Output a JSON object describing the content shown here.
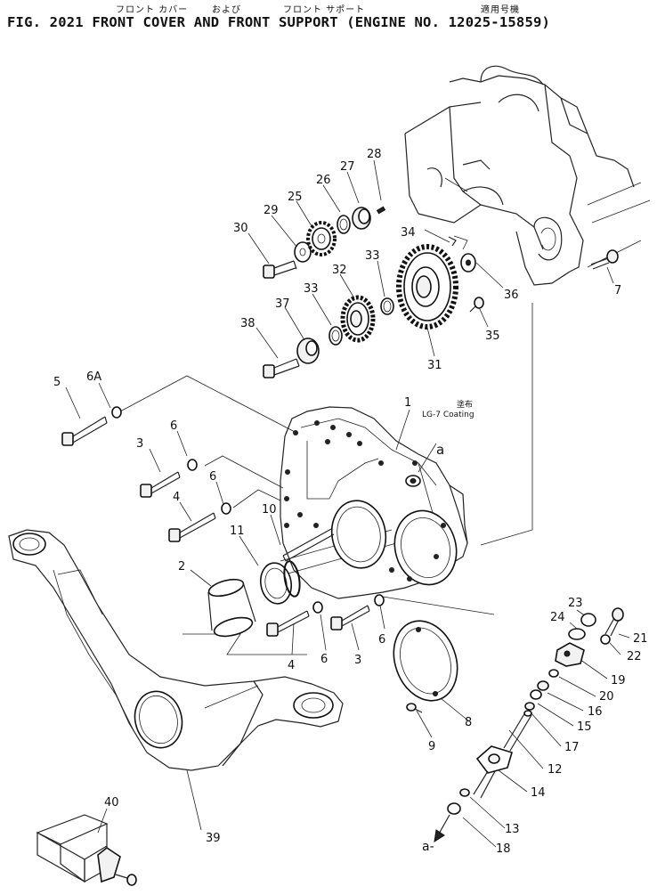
{
  "header": {
    "jp_front_cover": "フロント カバー",
    "jp_and": "および",
    "jp_front_support": "フロント サポート",
    "jp_applicable_models": "適用号機",
    "title": "FIG. 2021  FRONT COVER AND FRONT SUPPORT (ENGINE NO. 12025-15859)"
  },
  "notes": {
    "coating_jp": "塗布",
    "coating_en": "LG-7  Coating",
    "ref_a_top": "a",
    "ref_a_bottom": "a-"
  },
  "labels": {
    "p1": "1",
    "p2": "2",
    "p3": "3",
    "p3b": "3",
    "p4": "4",
    "p4b": "4",
    "p5": "5",
    "p6": "6",
    "p6A": "6A",
    "p6b": "6",
    "p6c": "6",
    "p6d": "6",
    "p7": "7",
    "p8": "8",
    "p9": "9",
    "p10": "10",
    "p11": "11",
    "p12": "12",
    "p13": "13",
    "p14": "14",
    "p15": "15",
    "p16": "16",
    "p17": "17",
    "p18": "18",
    "p19": "19",
    "p20": "20",
    "p21": "21",
    "p22": "22",
    "p23": "23",
    "p24": "24",
    "p25": "25",
    "p26": "26",
    "p27": "27",
    "p28": "28",
    "p29": "29",
    "p30": "30",
    "p31": "31",
    "p32": "32",
    "p33": "33",
    "p33b": "33",
    "p34": "34",
    "p35": "35",
    "p36": "36",
    "p37": "37",
    "p38": "38",
    "p39": "39",
    "p40": "40"
  }
}
